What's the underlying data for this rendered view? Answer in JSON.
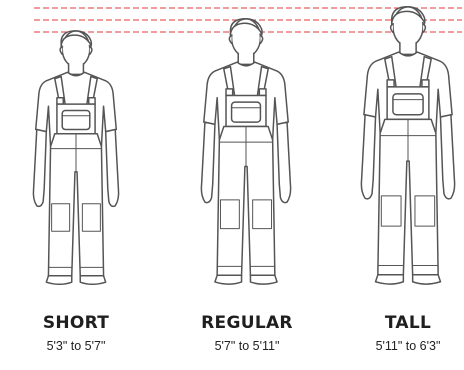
{
  "colors": {
    "guide_line": "#e03a3a",
    "outline": "#555555",
    "skin": "#ffffff",
    "overall_fill": "#ffffff",
    "text": "#1f1f1f"
  },
  "sizes": [
    {
      "name": "SHORT",
      "range": "5'3\" to 5'7\""
    },
    {
      "name": "REGULAR",
      "range": "5'7\" to 5'11\""
    },
    {
      "name": "TALL",
      "range": "5'11\" to 6'3\""
    }
  ]
}
